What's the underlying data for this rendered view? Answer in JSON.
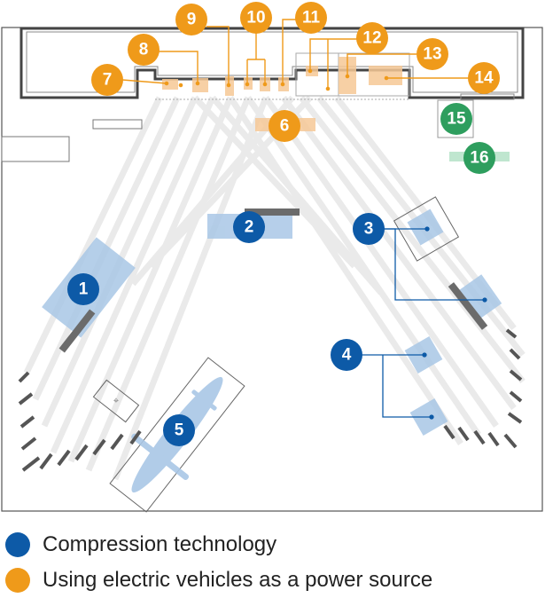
{
  "colors": {
    "compression": "#0d5aa7",
    "electric": "#ef9a1a",
    "green": "#2e9e5e",
    "wall": "#444444",
    "zone_blue": "#a9c7e6",
    "zone_orange": "#f6c896",
    "zone_green": "#bfe6cf"
  },
  "markers": [
    {
      "id": "1",
      "category": "compression"
    },
    {
      "id": "2",
      "category": "compression"
    },
    {
      "id": "3",
      "category": "compression"
    },
    {
      "id": "4",
      "category": "compression"
    },
    {
      "id": "5",
      "category": "compression"
    },
    {
      "id": "6",
      "category": "electric"
    },
    {
      "id": "7",
      "category": "electric"
    },
    {
      "id": "8",
      "category": "electric"
    },
    {
      "id": "9",
      "category": "electric"
    },
    {
      "id": "10",
      "category": "electric"
    },
    {
      "id": "11",
      "category": "electric"
    },
    {
      "id": "12",
      "category": "electric"
    },
    {
      "id": "13",
      "category": "electric"
    },
    {
      "id": "14",
      "category": "electric"
    },
    {
      "id": "15",
      "category": "green"
    },
    {
      "id": "16",
      "category": "green"
    }
  ],
  "legend": {
    "compression_label": "Compression technology",
    "electric_label": "Using electric vehicles as a power source"
  }
}
